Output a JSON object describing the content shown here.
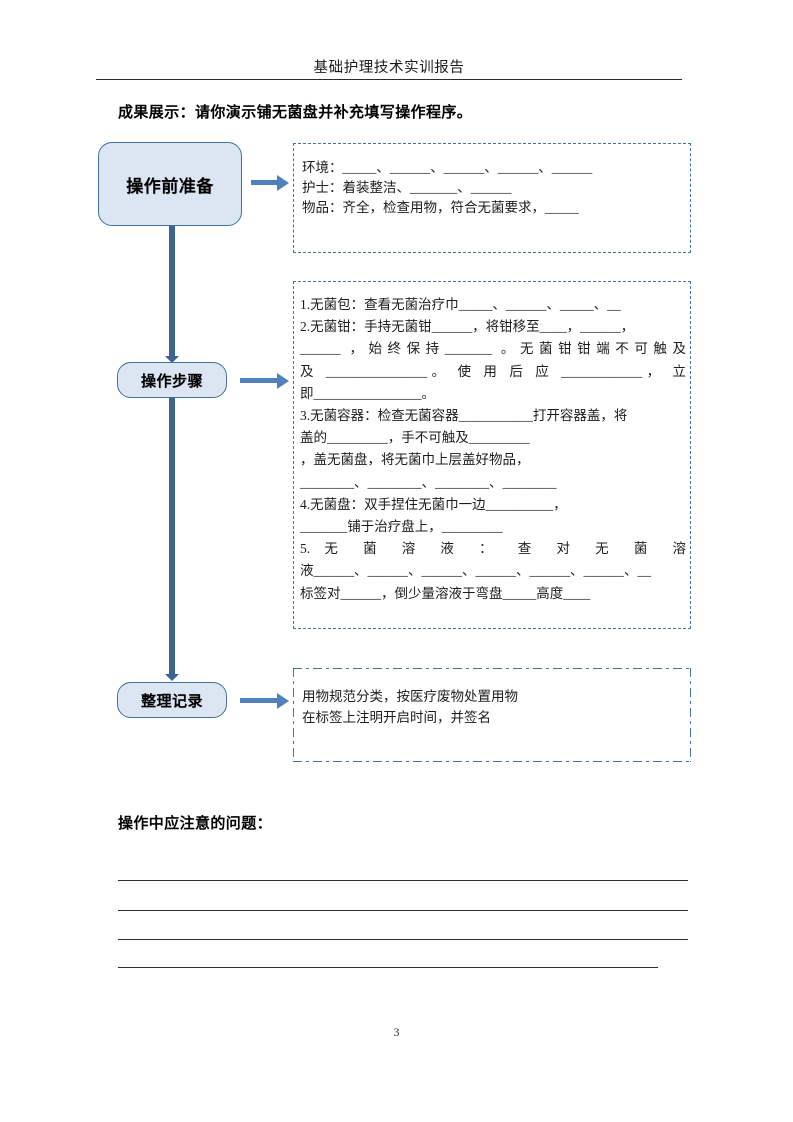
{
  "header": {
    "title": "基础护理技术实训报告"
  },
  "prompt": "成果展示：请你演示铺无菌盘并补充填写操作程序。",
  "flow": {
    "nodes": [
      {
        "id": "prep",
        "label": "操作前准备"
      },
      {
        "id": "steps",
        "label": "操作步骤"
      },
      {
        "id": "record",
        "label": "整理记录"
      }
    ]
  },
  "panels": {
    "prep": {
      "lines": [
        "环境：_____、______、______、______、______",
        "护士：着装整洁、_______、______",
        "物品：齐全，检查用物，符合无菌要求，_____"
      ]
    },
    "steps": {
      "lines": [
        "1.无菌包：查看无菌治疗巾_____、______、_____、__",
        "2.无菌钳：手持无菌钳______，将钳移至____，______，",
        "______ ，始终保持_______ 。无菌钳钳端不可触及",
        "及 _______________。 使 用 后 应 ____________， 立",
        "即________________。",
        "3.无菌容器：检查无菌容器___________打开容器盖，将",
        "盖的_________，手不可触及_________",
        "，盖无菌盘，将无菌巾上层盖好物品，",
        "________、________、________、________",
        "4.无菌盘：双手捏住无菌巾一边__________，",
        "_______铺于治疗盘上，_________",
        "5. 无 菌 溶 液 ： 查 对 无 菌 溶",
        "液______、______、______、______、______、______、__",
        "标签对______，倒少量溶液于弯盘_____高度____"
      ]
    },
    "record": {
      "lines": [
        "用物规范分类，按医疗废物处置用物",
        "在标签上注明开启时间，并签名"
      ]
    }
  },
  "question": "操作中应注意的问题：",
  "answer_lines": [
    "",
    "",
    "",
    ""
  ],
  "footer": {
    "page_number": "3"
  },
  "colors": {
    "box_fill": "#dce6f2",
    "box_border": "#41719c",
    "connector": "#3b6490",
    "arrow": "#4f81bd",
    "panel_border": "#4472a8",
    "rule": "#2e2e2e"
  }
}
